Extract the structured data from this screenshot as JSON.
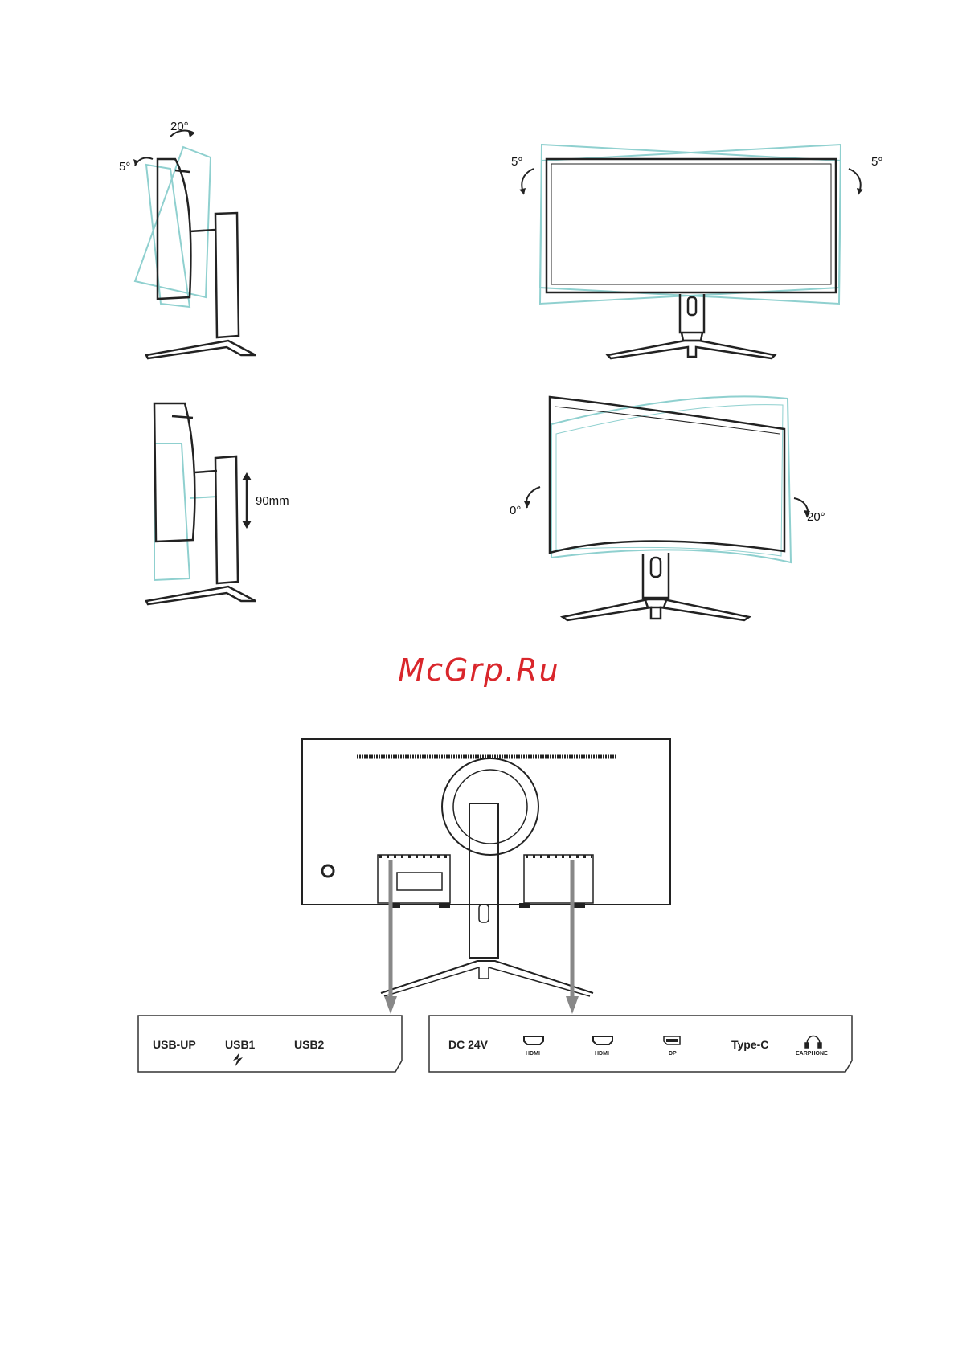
{
  "diagram": {
    "tilt": {
      "back": "20°",
      "forward": "5°"
    },
    "swivel": {
      "left": "5°",
      "right": "5°"
    },
    "height": {
      "range": "90mm"
    },
    "pivot": {
      "left": "0°",
      "right": "20°"
    }
  },
  "watermark": "McGrp.Ru",
  "ports": {
    "left_panel": {
      "usb_up": "USB-UP",
      "usb1": "USB1",
      "usb2": "USB2"
    },
    "right_panel": {
      "dc": "DC 24V",
      "hdmi1": "HDMI",
      "hdmi2": "HDMI",
      "dp": "DP",
      "type_c": "Type-C",
      "earphone": "EARPHONE"
    }
  },
  "colors": {
    "ghost_outline": "#8fd0cf",
    "line": "#222222",
    "watermark": "#d9262b",
    "arrow": "#888888"
  }
}
